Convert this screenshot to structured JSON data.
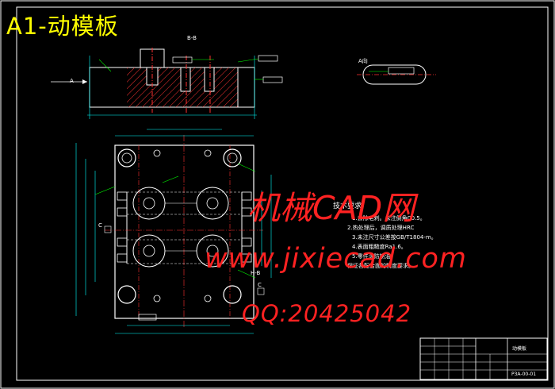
{
  "title": "A1-动模板",
  "watermark": {
    "site_cn": "机械CAD网",
    "url": "www.jixiecad.com",
    "qq": "QQ:20425042"
  },
  "section_labels": {
    "bb": "B-B",
    "a": "A",
    "view": "A向",
    "cc_left": "C",
    "cc_right": "C",
    "hb": "H-B"
  },
  "notes": {
    "title": "技术要求",
    "lines": [
      "1.去除毛刺。未注倒角C0.5。",
      "2.热处理后，调质处理HRC",
      "3.未注尺寸公差按GB/T1804-m。",
      "4.表面粗糙度Ra1.6。",
      "5.零件涂防锈油，",
      "保证各配合面的精度要求。"
    ]
  },
  "title_block": {
    "name": "动模板",
    "code": "P3A-00-01"
  },
  "colors": {
    "background": "#000000",
    "outline": "#ffffff",
    "title": "#ffff00",
    "watermark": "#ff2222",
    "hatch": "#ff3333",
    "dimension": "#00ffff",
    "center": "#ff3030",
    "annotation": "#00ff00"
  }
}
